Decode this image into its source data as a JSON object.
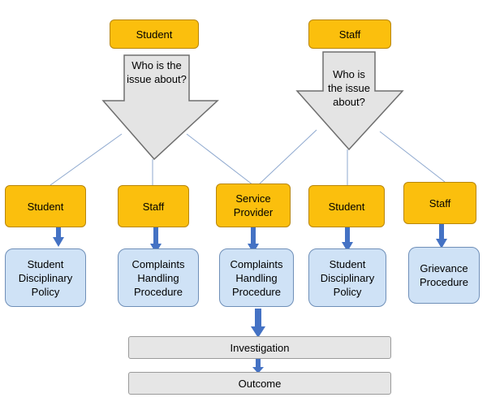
{
  "top": {
    "student": "Student",
    "staff": "Staff"
  },
  "question": {
    "left": "Who is the issue about?",
    "right": "Who is the issue about?"
  },
  "categories": {
    "c1": "Student",
    "c2": "Staff",
    "c3": "Service Provider",
    "c4": "Student",
    "c5": "Staff"
  },
  "policies": {
    "p1": "Student Disciplinary Policy",
    "p2": "Complaints Handling Procedure",
    "p3": "Complaints Handling Procedure",
    "p4": "Student Disciplinary Policy",
    "p5": "Grievance Procedure"
  },
  "process": {
    "investigation": "Investigation",
    "outcome": "Outcome"
  },
  "colors": {
    "orange": "#fbbf0d",
    "blue": "#cfe2f6",
    "grey": "#e6e6e6",
    "arrow": "#4472c4",
    "line": "#8fa9cf"
  }
}
